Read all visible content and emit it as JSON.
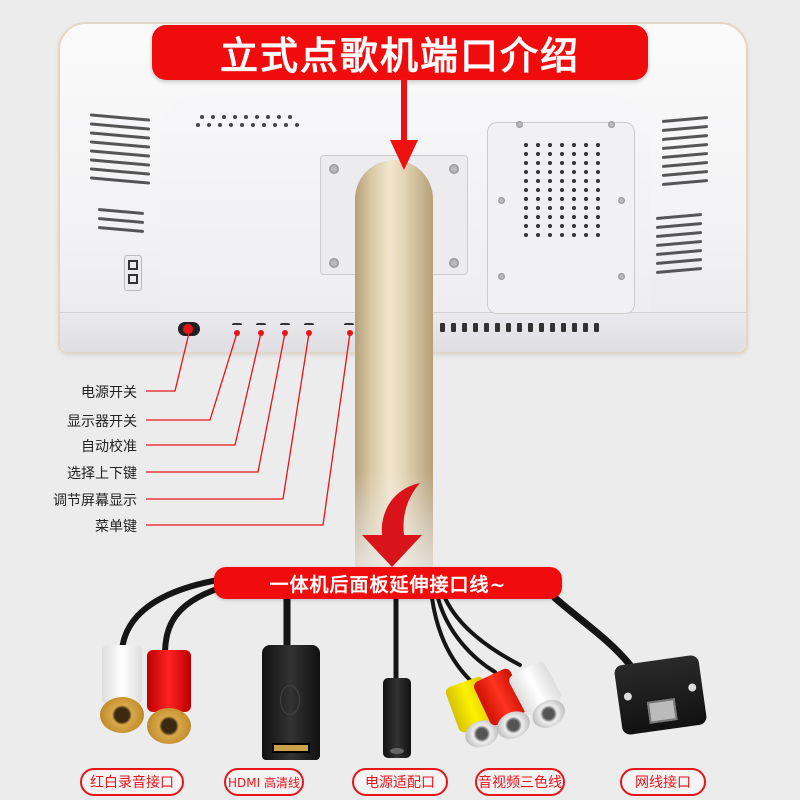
{
  "title": "立式点歌机端口介绍",
  "subtitle": "一体机后面板延伸接口线~",
  "button_labels": [
    "电源开关",
    "显示器开关",
    "自动校准",
    "选择上下键",
    "调节屏幕显示",
    "菜单键"
  ],
  "cable_labels": [
    "红白录音接口",
    "HDMI 高清线",
    "电源适配口",
    "音视频三色线",
    "网线接口"
  ],
  "colors": {
    "accent_red": "#f00c0c",
    "background": "#ececec",
    "pole_gold": "#d8c7a3",
    "label_text": "#222222"
  },
  "icons": {
    "title_arrow": "arrow-down-icon",
    "curved_arrow": "curved-arrow-down-icon",
    "usb_ports": "usb-port-icon",
    "power_button": "power-button-icon"
  }
}
